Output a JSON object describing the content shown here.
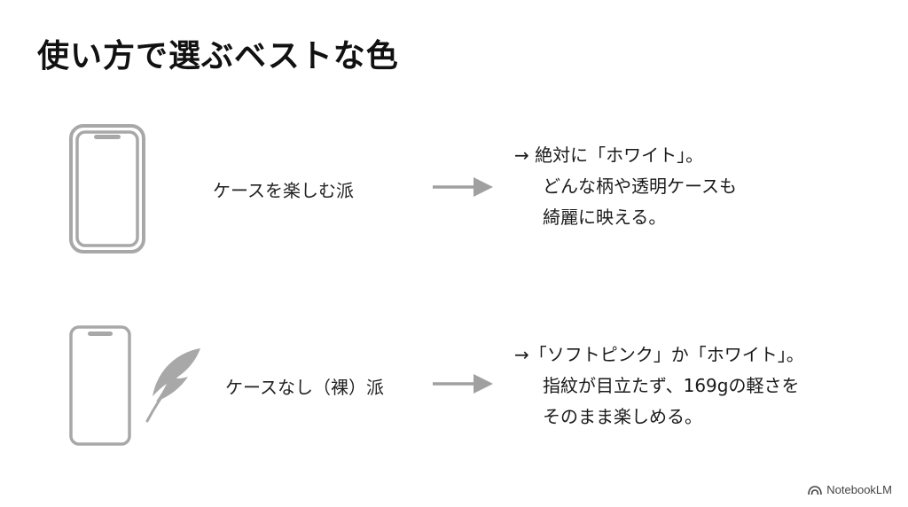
{
  "slide": {
    "title": "使い方で選ぶベストな色"
  },
  "rows": [
    {
      "label": "ケースを楽しむ派",
      "lines": [
        "→ 絶対に「ホワイト」。",
        "どんな柄や透明ケースも",
        "綺麗に映える。"
      ],
      "icon": "phone-with-case-icon"
    },
    {
      "label": "ケースなし（裸）派",
      "lines": [
        "→「ソフトピンク」か「ホワイト」。",
        "指紋が目立たず、169gの軽さを",
        "そのまま楽しめる。"
      ],
      "icon": "bare-phone-icon",
      "extra_icon": "feather-icon"
    }
  ],
  "footer": {
    "brand": "NotebookLM",
    "brand_icon": "notebooklm-logo-icon"
  },
  "colors": {
    "icon_gray": "#a8a8a8",
    "arrow_gray": "#a0a0a0",
    "text": "#1a1a1a"
  }
}
